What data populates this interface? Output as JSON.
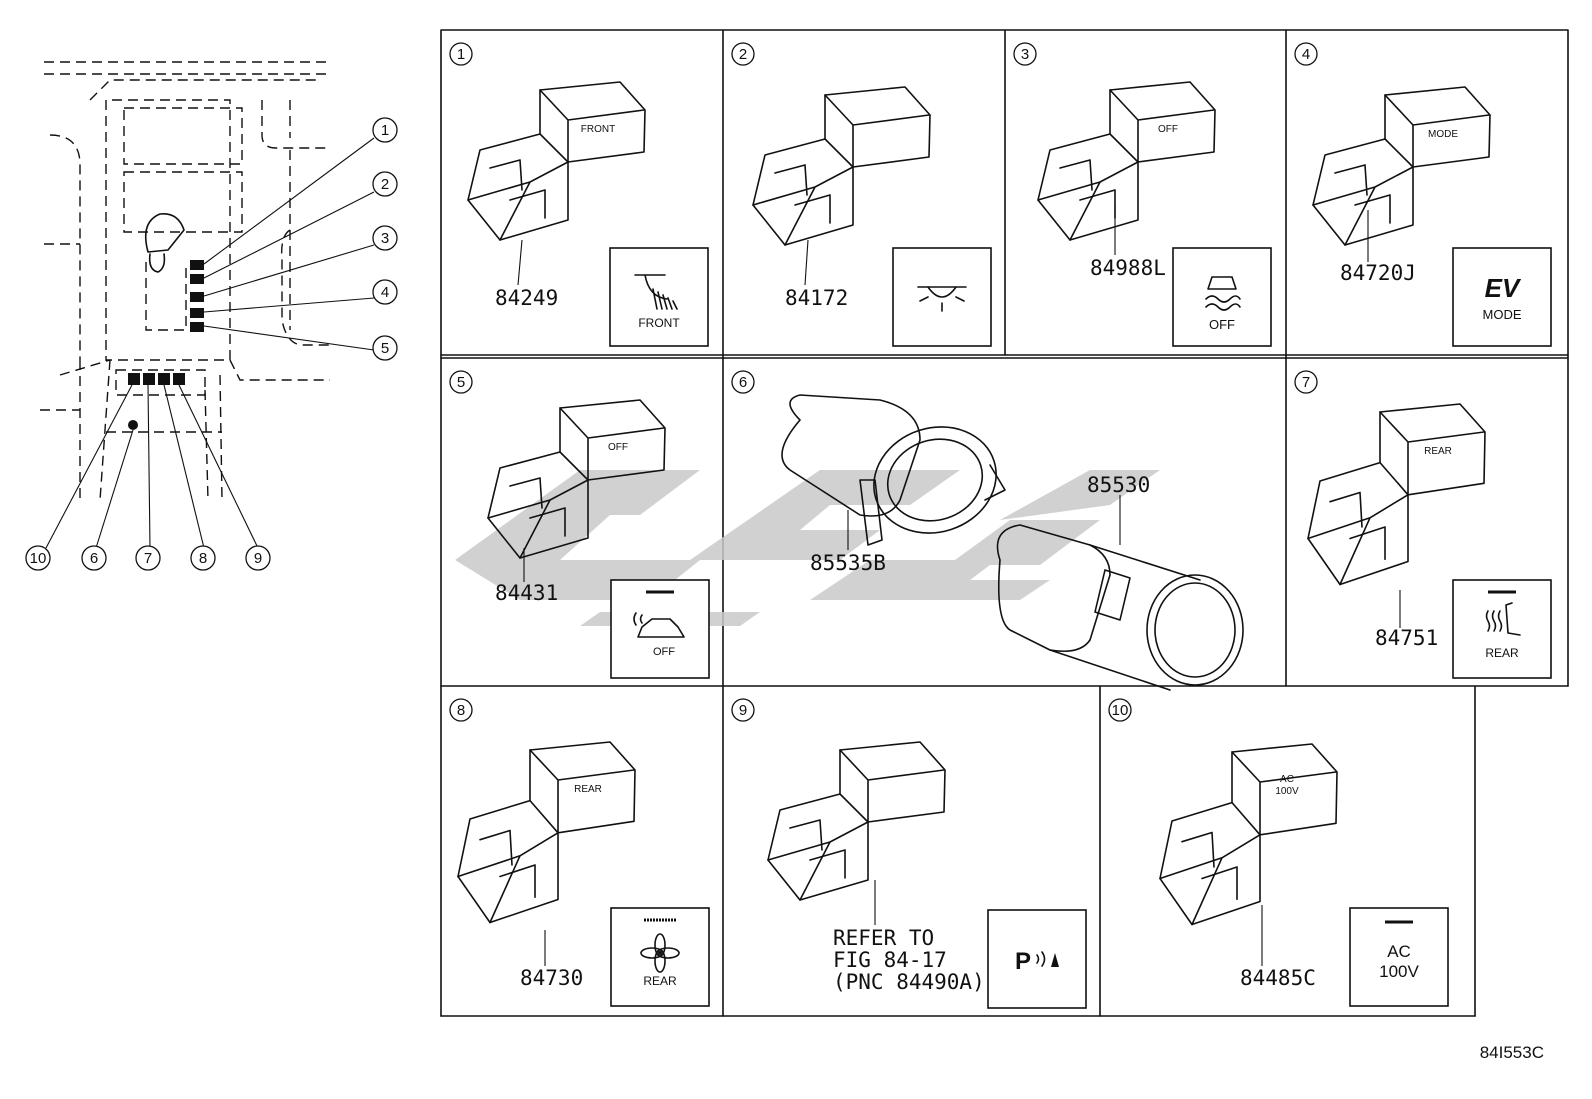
{
  "diagram_code": "84I553C",
  "cells": [
    {
      "n": "1",
      "part": "84249",
      "icon": "front-fog-lamp-icon",
      "icon_text": "FRONT",
      "switch_label": "FRONT"
    },
    {
      "n": "2",
      "part": "84172",
      "icon": "fog-lamp-icon",
      "icon_text": "",
      "switch_label": ""
    },
    {
      "n": "3",
      "part": "84988L",
      "icon": "traction-control-off-icon",
      "icon_text": "OFF",
      "switch_label": "OFF"
    },
    {
      "n": "4",
      "part": "84720J",
      "icon": "ev-mode-icon",
      "icon_text": "MODE",
      "icon_big": "EV",
      "switch_label": "MODE"
    },
    {
      "n": "5",
      "part": "84431",
      "icon": "intrusion-sensor-off-icon",
      "icon_text": "OFF",
      "switch_label": "OFF"
    },
    {
      "n": "6",
      "part_a": "85535B",
      "part_b": "85530"
    },
    {
      "n": "7",
      "part": "84751",
      "icon": "rear-seat-heater-icon",
      "icon_text": "REAR",
      "switch_label": "REAR"
    },
    {
      "n": "8",
      "part": "84730",
      "icon": "rear-fan-icon",
      "icon_text": "REAR",
      "switch_label": "REAR"
    },
    {
      "n": "9",
      "ref_lines": [
        "REFER TO",
        "FIG 84-17",
        "(PNC 84490A)"
      ],
      "icon": "parking-sensor-icon",
      "icon_text": "P"
    },
    {
      "n": "10",
      "part": "84485C",
      "icon": "ac-100v-icon",
      "icon_text_1": "AC",
      "icon_text_2": "100V",
      "switch_label_1": "AC",
      "switch_label_2": "100V"
    }
  ],
  "overview_callouts": [
    "1",
    "2",
    "3",
    "4",
    "5",
    "6",
    "7",
    "8",
    "9",
    "10"
  ]
}
